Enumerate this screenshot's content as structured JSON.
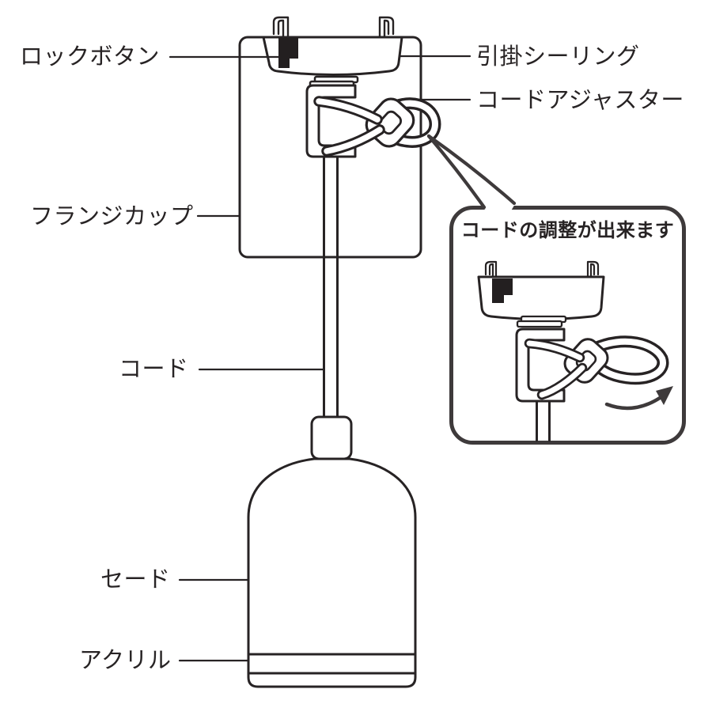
{
  "diagram": {
    "labels": {
      "lock_button": "ロックボタン",
      "ceiling_socket": "引掛シーリング",
      "cord_adjuster": "コードアジャスター",
      "flange_cup": "フランジカップ",
      "cord": "コード",
      "shade": "セード",
      "acrylic": "アクリル"
    },
    "callout": {
      "note": "コードの調整が出来ます"
    },
    "colors": {
      "ink": "#272324",
      "callout_outline": "#3e3a3b",
      "lock_button_fill": "#231f20",
      "background": "#ffffff"
    }
  }
}
